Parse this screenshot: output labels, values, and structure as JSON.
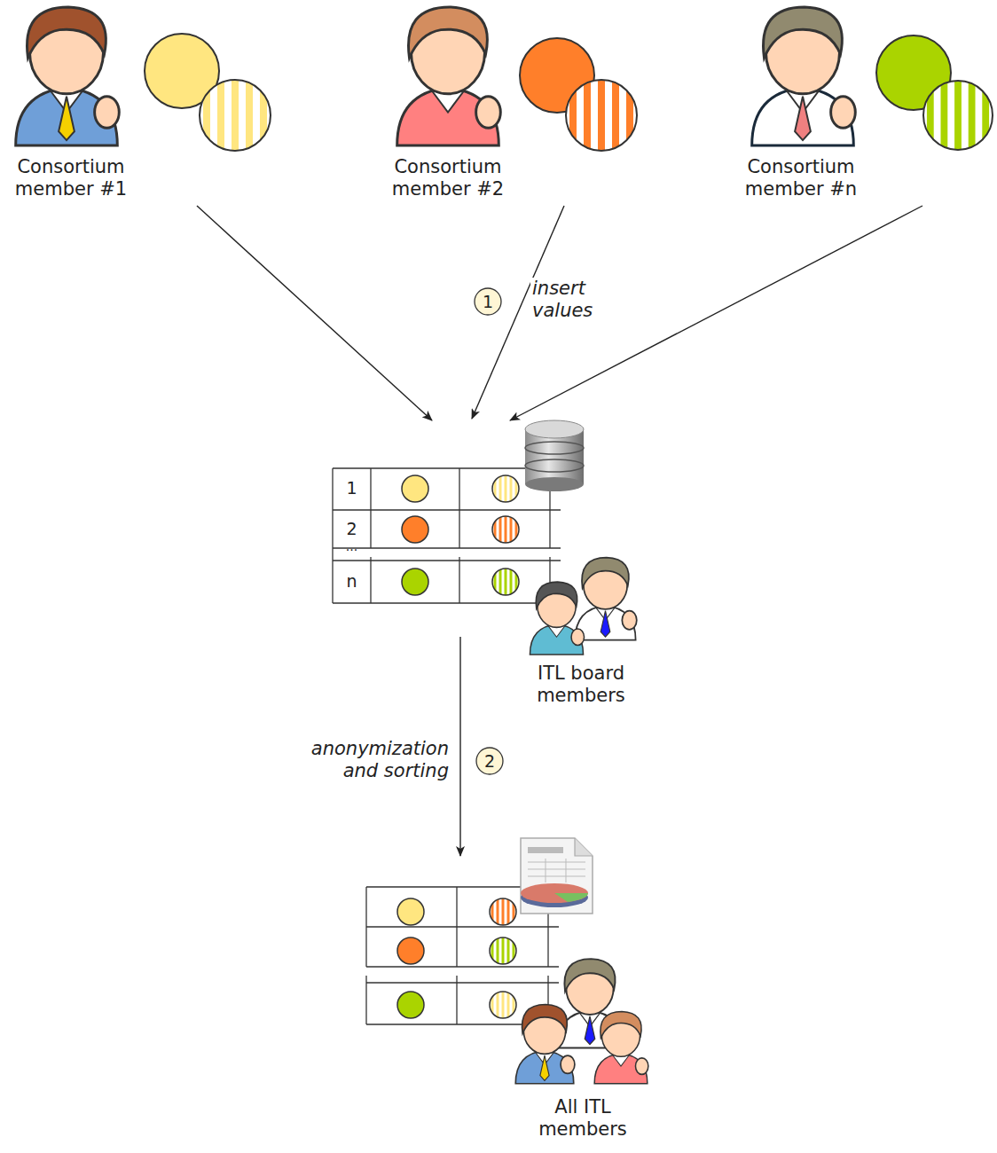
{
  "diagram": {
    "nodes": [
      {
        "text": [
          "Consortium member #1"
        ]
      },
      {
        "text": [
          "Consortium member #2"
        ]
      },
      {
        "text": [
          "Consortium member #n"
        ]
      },
      {
        "text": [
          "1",
          "2",
          "...",
          "n"
        ]
      },
      {
        "text": [
          "ITL board members"
        ]
      },
      {
        "text": [
          "All ITL members"
        ]
      }
    ],
    "edges": [
      {
        "from": 0,
        "to": 3,
        "arrow": "to"
      },
      {
        "from": 1,
        "to": 3,
        "label": "insert values",
        "arrow": "to"
      },
      {
        "from": 2,
        "to": 3,
        "arrow": "to"
      },
      {
        "from": 3,
        "to": 5,
        "label": "anonymization and sorting",
        "arrow": "to"
      }
    ],
    "labels": [
      "1",
      "2"
    ]
  }
}
